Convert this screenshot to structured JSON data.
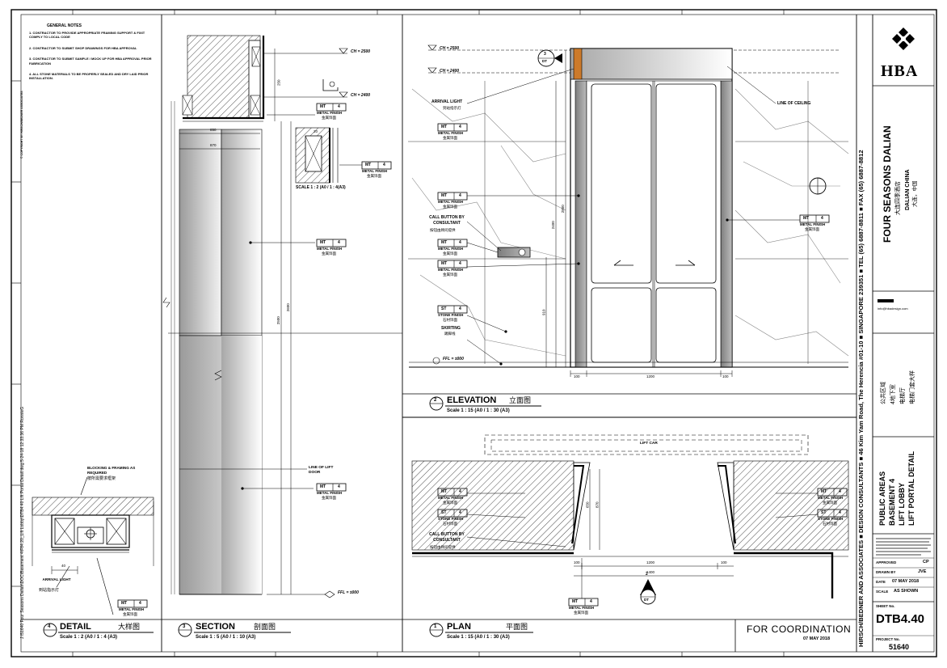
{
  "general_notes": {
    "heading": "GENERAL NOTES",
    "items": [
      "1. CONTRACTOR TO PROVIDE APPROPRIATE FRAMING SUPPORT & FIXIT COMPLY TO LOCAL CODE",
      "2. CONTRACTOR TO SUBMIT SHOP DRAWINGS FOR HBA APPROVAL",
      "3. CONTRACTOR TO SUBMIT SAMPLE / MOCK UP FOR HBA APPROVAL PRIOR FABRICATION",
      "4. ALL STONE MATERIALS TO BE PROPERLY SEALED AND DRY LAID PRIOR INSTALLATION."
    ]
  },
  "file_path": "J:\\51640 Four Seasons Dalian\\DOC\\Basement 4\\F84.20_Lift Lobby\\DTB4.40 Lift Portal Detail.dwg   5-24-18   12:33:36 PM   RonnieG",
  "copyright": "© COPYRIGHT BY HIRSCH/BEDNER ASSOCIATES",
  "views": {
    "detail": {
      "number": "4",
      "title": "DETAIL",
      "title_cn": "大样图",
      "scale": "Scale 1 : 2 (A0 / 1 : 4 (A3)"
    },
    "section": {
      "number": "3",
      "title": "SECTION",
      "title_cn": "剖面图",
      "scale": "Scale 1 : 5 (A0 / 1 : 10 (A3)"
    },
    "elevation": {
      "number": "2",
      "title": "ELEVATION",
      "title_cn": "立面图",
      "scale": "Scale 1 : 15 (A0 / 1 : 30 (A3)"
    },
    "plan": {
      "number": "1",
      "title": "PLAN",
      "title_cn": "平面图",
      "scale": "Scale 1 : 15 (A0 / 1 : 30 (A3)"
    }
  },
  "detail_labels": {
    "blocking": "BLOCKING & FRAMING AS REQUIRED",
    "blocking_cn": "按所需要求框架",
    "arrival": "ARRIVAL LIGHT",
    "arrival_cn": "到站指示灯",
    "dim_40": "40",
    "mt_tag": "MT",
    "mt_num": "4",
    "mt_label": "METAL FINISH",
    "mt_cn": "金属饰面"
  },
  "section_labels": {
    "ch1": "CH = 2500",
    "ch2": "CH = 2400",
    "dim_250": "250",
    "dim_850": "850",
    "dim_870": "870",
    "dim_20": "20",
    "dim_2600": "2600",
    "dim_2500": "2500",
    "scale_note": "SCALE 1 : 2 (A0 / 1 : 4(A3)",
    "line_of_lift": "LINE OF LIFT DOOR",
    "ffl": "FFL = ±000",
    "mt_tag": "MT",
    "mt_num": "4",
    "mt_label": "METAL FINISH",
    "mt_cn": "金属饰面"
  },
  "elevation_labels": {
    "ch1": "CH = 2500",
    "ch2": "CH = 2400",
    "arrival": "ARRIVAL LIGHT",
    "arrival_cn": "到站指示灯",
    "call_button": "CALL BUTTON BY CONSULTANT",
    "call_button_cn": "按钮由顾问提供",
    "st_tag": "ST",
    "st_num": "4",
    "st_label": "STONE FINISH",
    "st_cn": "石材饰面",
    "skirting": "SKIRTING",
    "skirting_cn": "踢脚线",
    "ffl": "FFL = ±000",
    "line_of_ceiling": "LINE OF CEILING",
    "mt_tag": "MT",
    "mt_num": "4",
    "mt_label": "METAL FINISH",
    "mt_cn": "金属饰面",
    "dim_2800": "2800",
    "dim_2400": "2400",
    "dim_910": "910",
    "dim_100a": "100",
    "dim_1200": "1200",
    "dim_100b": "100",
    "section_mark": "3",
    "section_ref": "DT"
  },
  "plan_labels": {
    "lift_car": "LIFT CAR",
    "call_button": "CALL BUTTON BY CONSULTANT",
    "call_button_cn": "按钮由顾问提供",
    "dim_650": "650",
    "dim_870": "870",
    "dim_100a": "100",
    "dim_1200": "1200",
    "dim_100b": "100",
    "dim_1400": "1400",
    "mt_tag": "MT",
    "mt_num": "4",
    "mt_label": "METAL FINISH",
    "mt_cn": "金属饰面",
    "st_tag": "ST",
    "st_num": "4",
    "st_label": "STONE FINISH",
    "st_cn": "石材饰面",
    "marker_num": "2",
    "marker_ref": "DT"
  },
  "coordination": {
    "label": "FOR COORDINATION",
    "date": "07 MAY 2018"
  },
  "firm_strip": "HIRSCH/BEDNER AND ASSOCIATES ■ DESIGN CONSULTANTS ■ 46 Kim Yam Road, The Herencia #01-10 ■ SINGAPORE 239351 ■ TEL (65) 6887-8811 ■ FAX (65) 6887-8812",
  "title_block": {
    "logo_text": "HBA",
    "project_name": "FOUR SEASONS DALIAN",
    "project_cn": "大连四季酒店",
    "location": "DALIAN CHINA",
    "location_cn": "大连，中国",
    "email": "info@hbadesign.com",
    "areas_cn": [
      "公共区域",
      "4地下室",
      "电梯厅",
      "电梯门套大样"
    ],
    "sheet_title": [
      "PUBLIC AREAS",
      "BASEMENT 4",
      "LIFT LOBBY",
      "LIFT PORTAL DETAIL"
    ],
    "approved_label": "APPROVED",
    "approved_value": "CP",
    "drawn_label": "DRAWN BY",
    "drawn_value": "JVE",
    "date_label": "DATE",
    "date_value": "07 MAY 2018",
    "scale_label": "SCALE",
    "scale_value": "AS SHOWN",
    "sheet_label": "SHEET No.",
    "sheet_no": "DTB4.40",
    "project_label": "PROJECT No.",
    "project_no": "51640"
  }
}
